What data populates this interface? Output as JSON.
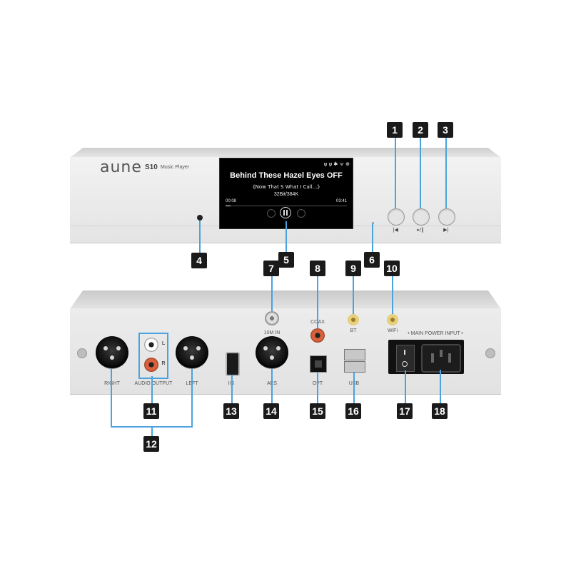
{
  "front": {
    "brand": "aune",
    "model": "S10",
    "model_sub": "Music Player",
    "screen": {
      "status_icons": "ψ ψ ✱ ᯤ ⊕",
      "title": "Behind These Hazel Eyes OFF",
      "subtitle": "《Now That S What I Call...》",
      "format": "32Bit/384K",
      "time_elapsed": "00:08",
      "time_total": "03:41",
      "progress": 0.04
    },
    "button_symbols": {
      "prev": "|◀",
      "play": "▸/‖",
      "next": "▶|"
    }
  },
  "rear": {
    "labels": {
      "right": "RIGHT",
      "audio_output": "AUDIO OUTPUT",
      "left": "LEFT",
      "rca_l": "L",
      "rca_r": "R",
      "iis": "IIS",
      "tenm_in": "10M IN",
      "aes": "AES",
      "coax": "COAX",
      "opt": "OPT",
      "bt": "BT",
      "usb": "USB",
      "wifi": "WiFi",
      "main_power": "• MAIN POWER INPUT •"
    }
  },
  "callouts": [
    "1",
    "2",
    "3",
    "4",
    "5",
    "6",
    "7",
    "8",
    "9",
    "10",
    "11",
    "12",
    "13",
    "14",
    "15",
    "16",
    "17",
    "18"
  ],
  "colors": {
    "callout_line": "#4aa3df",
    "badge": "#1a1a1a",
    "chassis": "#e9e9e9"
  }
}
